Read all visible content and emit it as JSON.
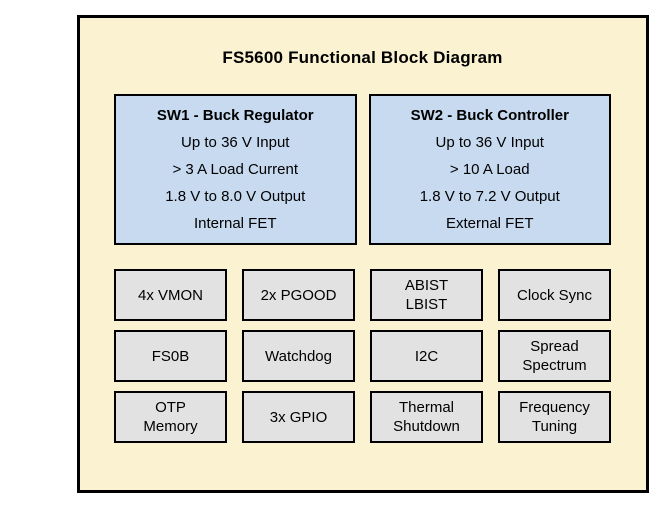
{
  "diagram": {
    "title": "FS5600 Functional Block Diagram"
  },
  "sw_blocks": [
    {
      "title": "SW1 - Buck Regulator",
      "lines": [
        "Up to 36 V Input",
        "> 3 A Load Current",
        "1.8 V to 8.0 V Output",
        "Internal FET"
      ]
    },
    {
      "title": "SW2 - Buck Controller",
      "lines": [
        "Up to 36 V Input",
        "> 10 A Load",
        "1.8 V to 7.2 V Output",
        "External FET"
      ]
    }
  ],
  "features": [
    {
      "label": "4x VMON"
    },
    {
      "label": "2x PGOOD"
    },
    {
      "label": [
        "ABIST",
        "LBIST"
      ]
    },
    {
      "label": "Clock Sync"
    },
    {
      "label": "FS0B"
    },
    {
      "label": "Watchdog"
    },
    {
      "label": "I2C"
    },
    {
      "label": [
        "Spread",
        "Spectrum"
      ]
    },
    {
      "label": [
        "OTP",
        "Memory"
      ]
    },
    {
      "label": "3x GPIO"
    },
    {
      "label": [
        "Thermal",
        "Shutdown"
      ]
    },
    {
      "label": [
        "Frequency",
        "Tuning"
      ]
    }
  ],
  "colors": {
    "canvas_background": "#FFFFFF",
    "diagram_background": "#FAF2D0",
    "sw_block_background": "#C7DAF0",
    "feature_block_background": "#E2E2E2",
    "border": "#000000",
    "text": "#000000"
  }
}
